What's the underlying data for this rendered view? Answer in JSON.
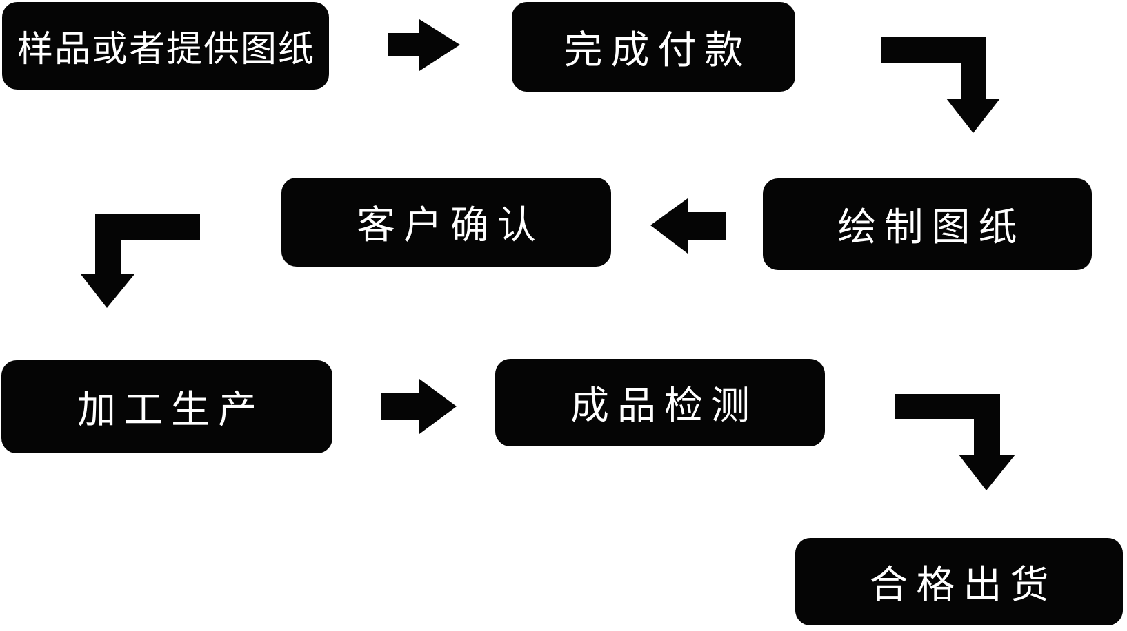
{
  "diagram": {
    "title": "production-process-flowchart",
    "background_color": "#ffffff",
    "node_color": "#050505",
    "text_color": "#ffffff",
    "arrow_color": "#050505",
    "nodes": [
      {
        "id": "sample",
        "label": "样品或者提供图纸"
      },
      {
        "id": "payment",
        "label": "完成付款"
      },
      {
        "id": "draw",
        "label": "绘制图纸"
      },
      {
        "id": "confirm",
        "label": "客户确认"
      },
      {
        "id": "produce",
        "label": "加工生产"
      },
      {
        "id": "inspect",
        "label": "成品检测"
      },
      {
        "id": "ship",
        "label": "合格出货"
      }
    ],
    "flow": [
      {
        "from": "样品或者提供图纸",
        "to": "完成付款",
        "direction": "right"
      },
      {
        "from": "完成付款",
        "to": "绘制图纸",
        "direction": "right-then-down"
      },
      {
        "from": "绘制图纸",
        "to": "客户确认",
        "direction": "left"
      },
      {
        "from": "客户确认",
        "to": "加工生产",
        "direction": "left-then-down"
      },
      {
        "from": "加工生产",
        "to": "成品检测",
        "direction": "right"
      },
      {
        "from": "成品检测",
        "to": "合格出货",
        "direction": "right-then-down"
      }
    ]
  }
}
